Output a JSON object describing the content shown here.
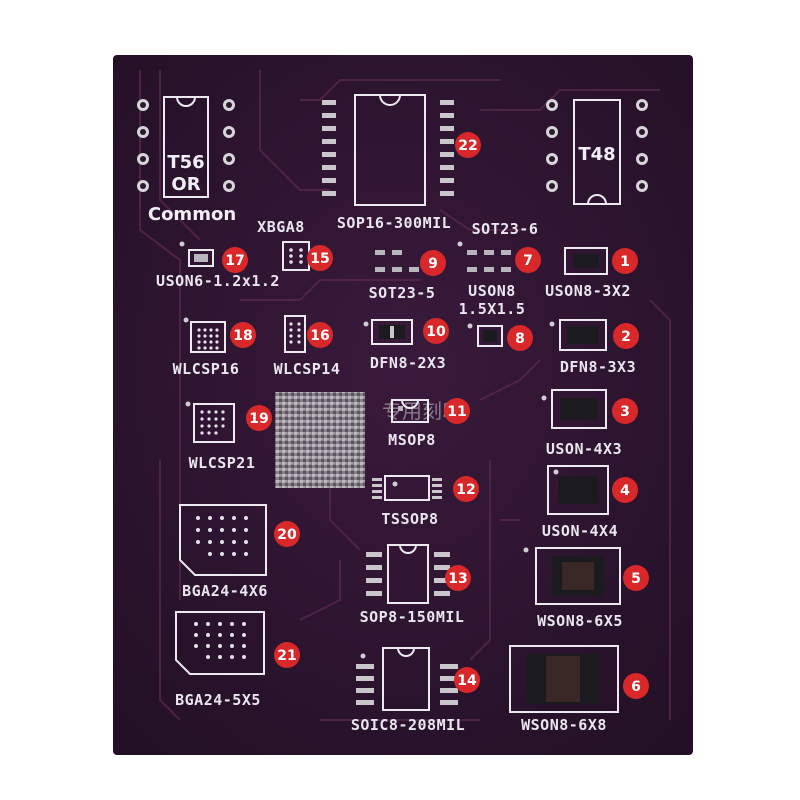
{
  "board": {
    "colors": {
      "background": "#ffffff",
      "pcb": "#2e1430",
      "silkscreen": "#ece9f1",
      "badge": "#d8282a",
      "watermark": "#9a949c"
    },
    "watermark_text": "专用刻印"
  },
  "dip_sockets": [
    {
      "label_lines": [
        "T56",
        "OR"
      ],
      "caption": "Common"
    },
    {
      "label_lines": [
        "T48"
      ],
      "caption": ""
    }
  ],
  "footprints": [
    {
      "number": "1",
      "label": "USON8-3X2"
    },
    {
      "number": "2",
      "label": "DFN8-3X3"
    },
    {
      "number": "3",
      "label": "USON-4X3"
    },
    {
      "number": "4",
      "label": "USON-4X4"
    },
    {
      "number": "5",
      "label": "WSON8-6X5"
    },
    {
      "number": "6",
      "label": "WSON8-6X8"
    },
    {
      "number": "7",
      "label": "SOT23-6"
    },
    {
      "number": "8",
      "label": "USON8",
      "label2": "1.5X1.5"
    },
    {
      "number": "9",
      "label": "SOT23-5"
    },
    {
      "number": "10",
      "label": "DFN8-2X3"
    },
    {
      "number": "11",
      "label": "MSOP8"
    },
    {
      "number": "12",
      "label": "TSSOP8"
    },
    {
      "number": "13",
      "label": "SOP8-150MIL"
    },
    {
      "number": "14",
      "label": "SOIC8-208MIL"
    },
    {
      "number": "15",
      "label": "XBGA8"
    },
    {
      "number": "16",
      "label": "WLCSP14"
    },
    {
      "number": "17",
      "label": "USON6-1.2x1.2"
    },
    {
      "number": "18",
      "label": "WLCSP16"
    },
    {
      "number": "19",
      "label": "WLCSP21"
    },
    {
      "number": "20",
      "label": "BGA24-4X6"
    },
    {
      "number": "21",
      "label": "BGA24-5X5"
    },
    {
      "number": "22",
      "label": "SOP16-300MIL"
    }
  ]
}
